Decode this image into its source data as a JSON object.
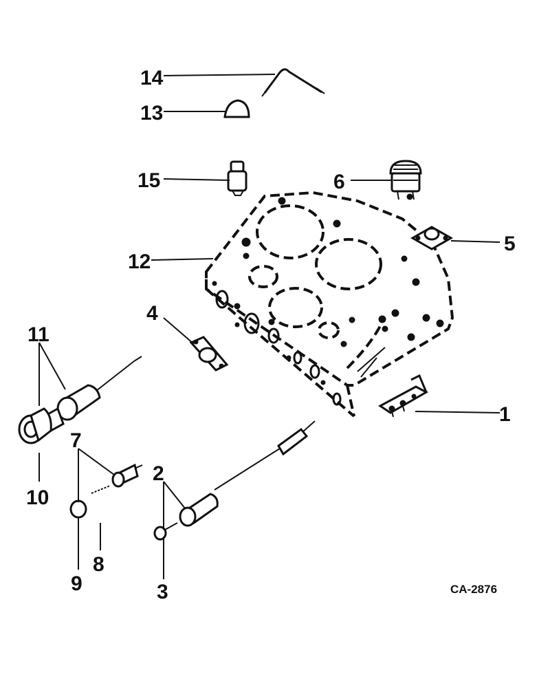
{
  "diagram": {
    "drawing_code": "CA-2876",
    "callouts": {
      "c1": "1",
      "c2": "2",
      "c3": "3",
      "c4": "4",
      "c5": "5",
      "c6": "6",
      "c7": "7",
      "c8": "8",
      "c9": "9",
      "c10": "10",
      "c11": "11",
      "c12": "12",
      "c13": "13",
      "c14": "14",
      "c15": "15"
    }
  }
}
